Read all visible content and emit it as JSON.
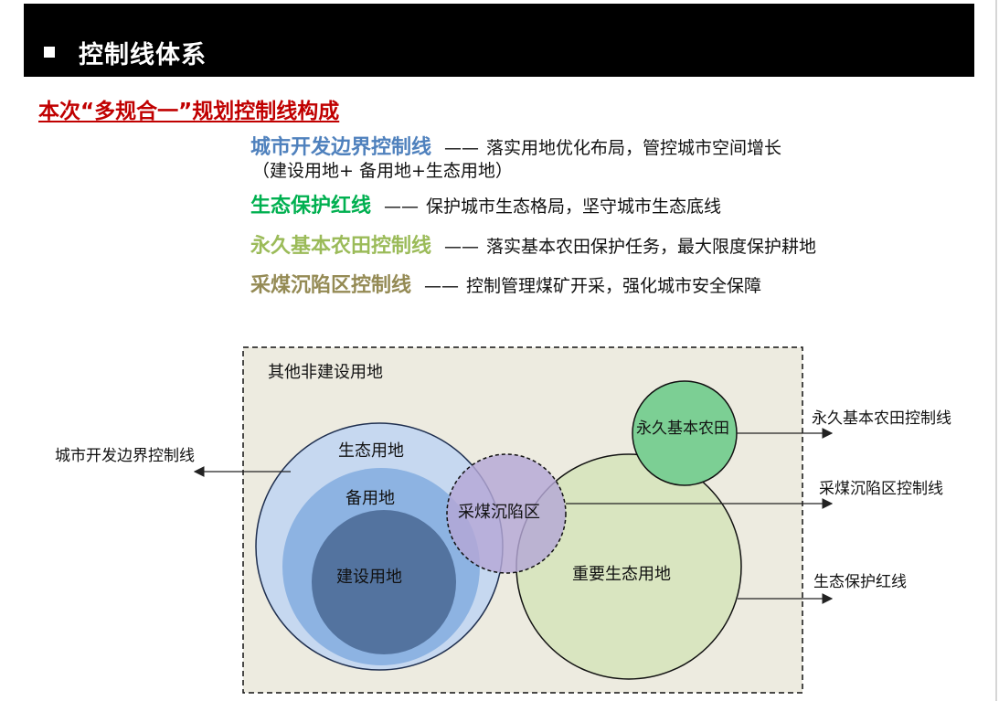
{
  "header": {
    "title": "控制线体系"
  },
  "section": {
    "title": "本次“多规合一”规划控制线构成",
    "color": "#c00000"
  },
  "lines": [
    {
      "term": "城市开发边界控制线",
      "color": "#4f81bd",
      "dash": "——",
      "desc": "落实用地优化布局，管控城市空间增长",
      "sub": "（建设用地+ 备用地+生态用地）"
    },
    {
      "term": "生态保护红线",
      "color": "#00b050",
      "dash": "——",
      "desc": "保护城市生态格局，坚守城市生态底线"
    },
    {
      "term": "永久基本农田控制线",
      "color": "#9bbb59",
      "dash": "——",
      "desc": "落实基本农田保护任务，最大限度保护耕地"
    },
    {
      "term": "采煤沉陷区控制线",
      "color": "#948a54",
      "dash": "——",
      "desc": "控制管理煤矿开采，强化城市安全保障"
    }
  ],
  "diagram": {
    "region_label": "其他非建设用地",
    "circles": {
      "ecological": "生态用地",
      "reserve": "备用地",
      "construction": "建设用地",
      "subsidence": "采煤沉陷区",
      "important_ecological": "重要生态用地",
      "farmland": "永久基本农田"
    },
    "callouts": {
      "urban_boundary": "城市开发边界控制线",
      "farmland_line": "永久基本农田控制线",
      "subsidence_line": "采煤沉陷区控制线",
      "eco_red_line": "生态保护红线"
    },
    "colors": {
      "region_fill": "#edebe0",
      "ecological": "#c6d8f0",
      "reserve": "#8db3e2",
      "construction": "#53739f",
      "subsidence": "#b4a7d6",
      "important_ecological": "#d7e4bd",
      "farmland": "#7ccf94"
    }
  }
}
